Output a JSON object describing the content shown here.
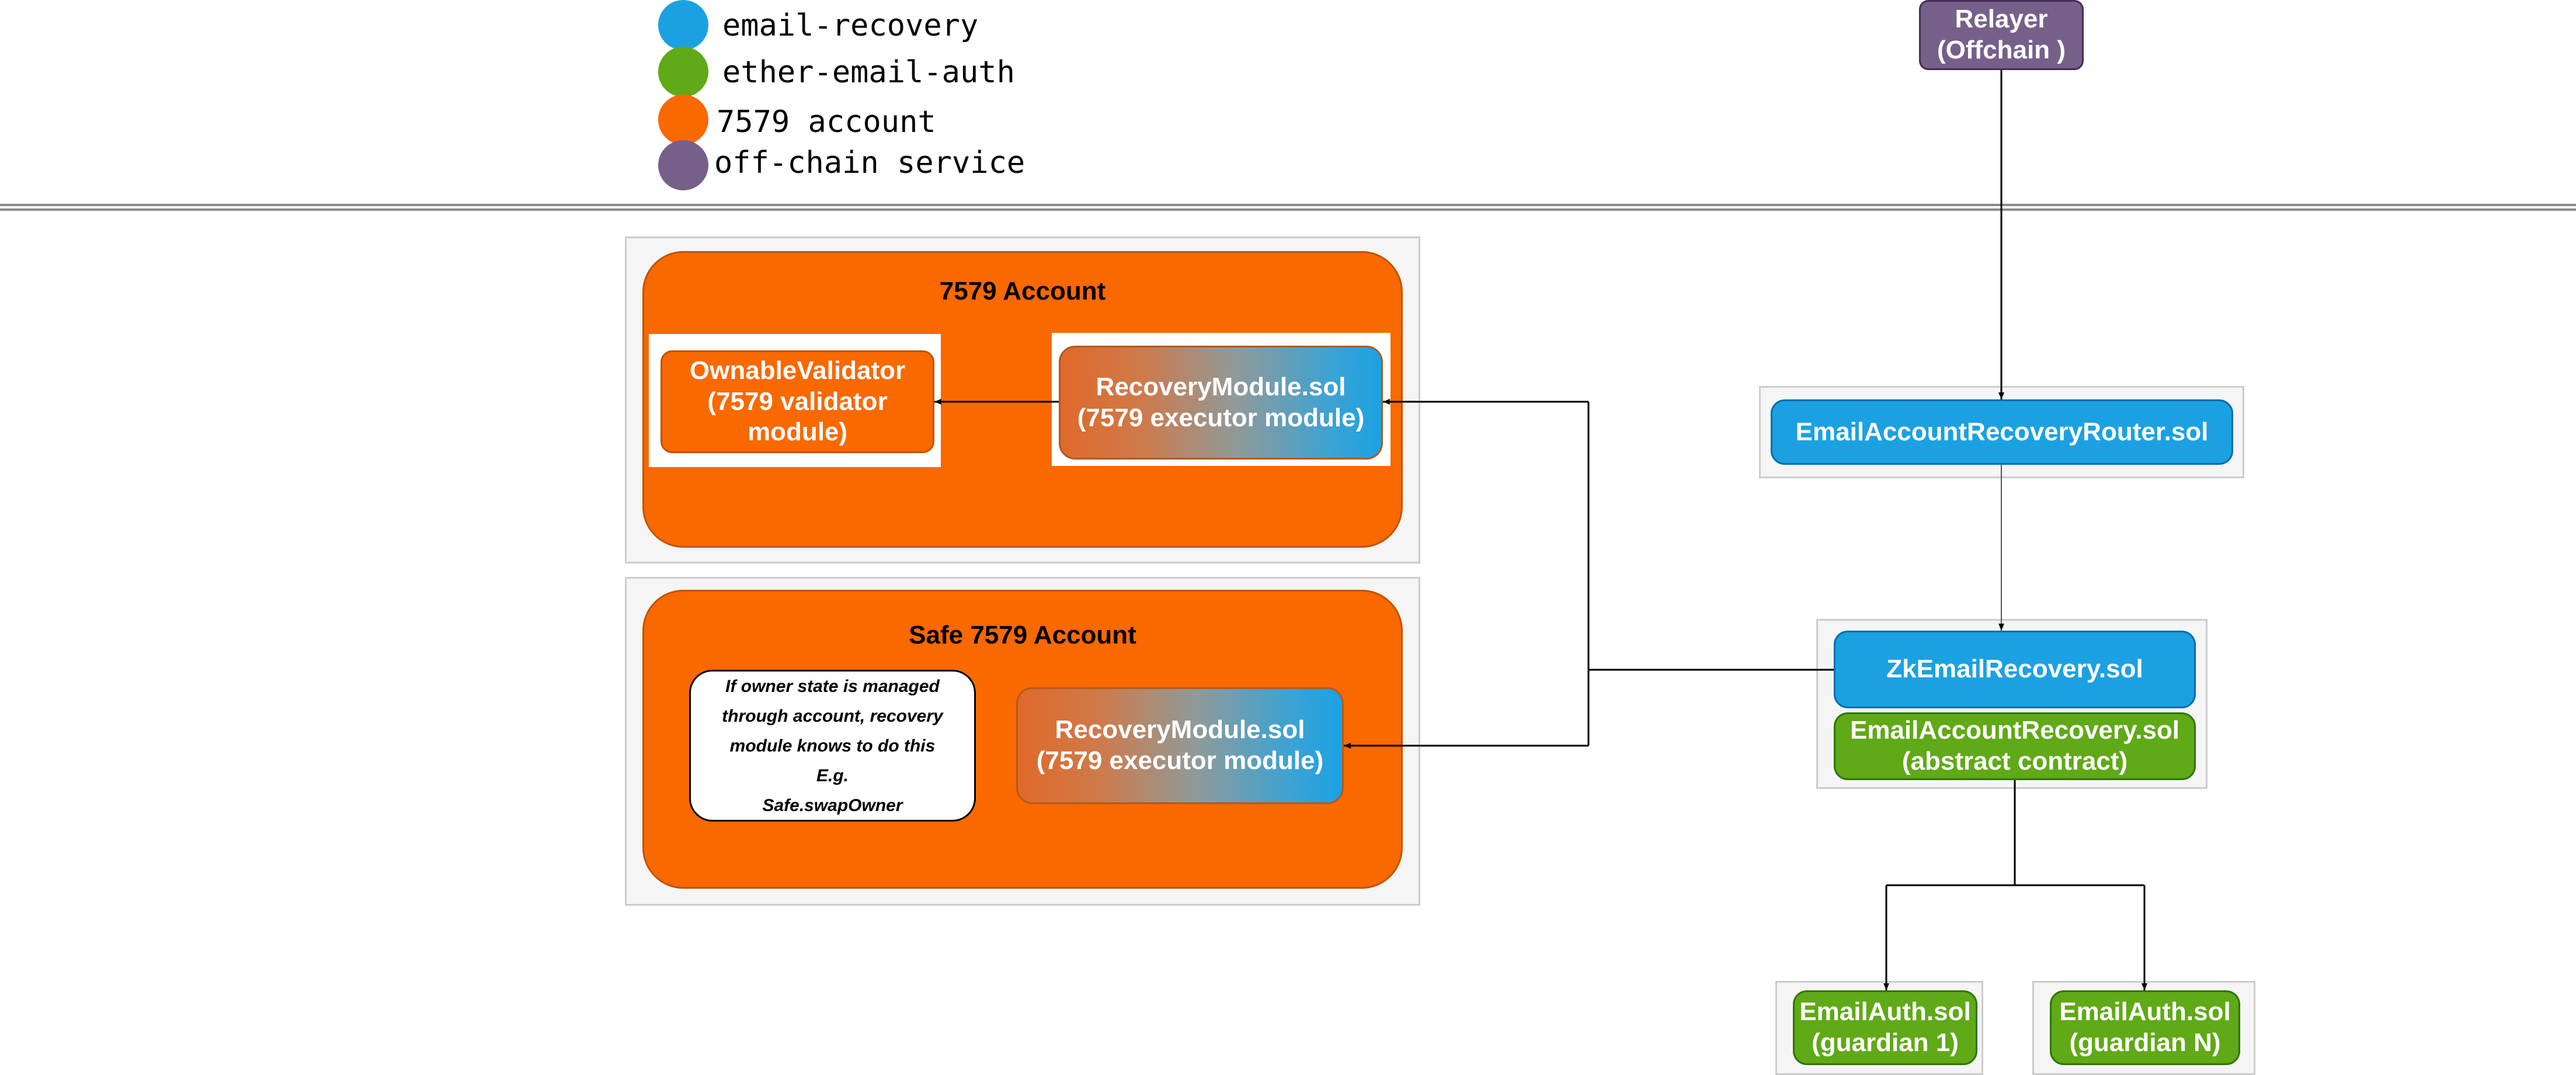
{
  "colors": {
    "email_recovery": "#1ba1e2",
    "ether_email_auth": "#60a917",
    "account_7579": "#fa6800",
    "off_chain_service": "#76608a",
    "edge": "#000000",
    "separator": "#8a8a8a"
  },
  "legend": [
    {
      "label": "email-recovery",
      "color": "#1ba1e2"
    },
    {
      "label": "ether-email-auth",
      "color": "#60a917"
    },
    {
      "label": "7579 account",
      "color": "#fa6800"
    },
    {
      "label": "off-chain service",
      "color": "#76608a"
    }
  ],
  "nodes": {
    "relayer": "Relayer\n(Offchain )",
    "router": "EmailAccountRecoveryRouter.sol",
    "zk_email_recovery": "ZkEmailRecovery.sol",
    "email_account_recovery": "EmailAccountRecovery.sol\n(abstract contract)",
    "email_auth_1": "EmailAuth.sol\n(guardian 1)",
    "email_auth_n": "EmailAuth.sol\n(guardian N)"
  },
  "account_7579": {
    "title": "7579 Account",
    "validator": "OwnableValidator\n(7579 validator\nmodule)",
    "recovery_module": "RecoveryModule.sol\n(7579 executor module)"
  },
  "safe_account": {
    "title": "Safe 7579 Account",
    "note": "If owner state is managed\nthrough account, recovery\nmodule knows to do this E.g.\nSafe.swapOwner",
    "recovery_module": "RecoveryModule.sol\n(7579 executor module)"
  }
}
